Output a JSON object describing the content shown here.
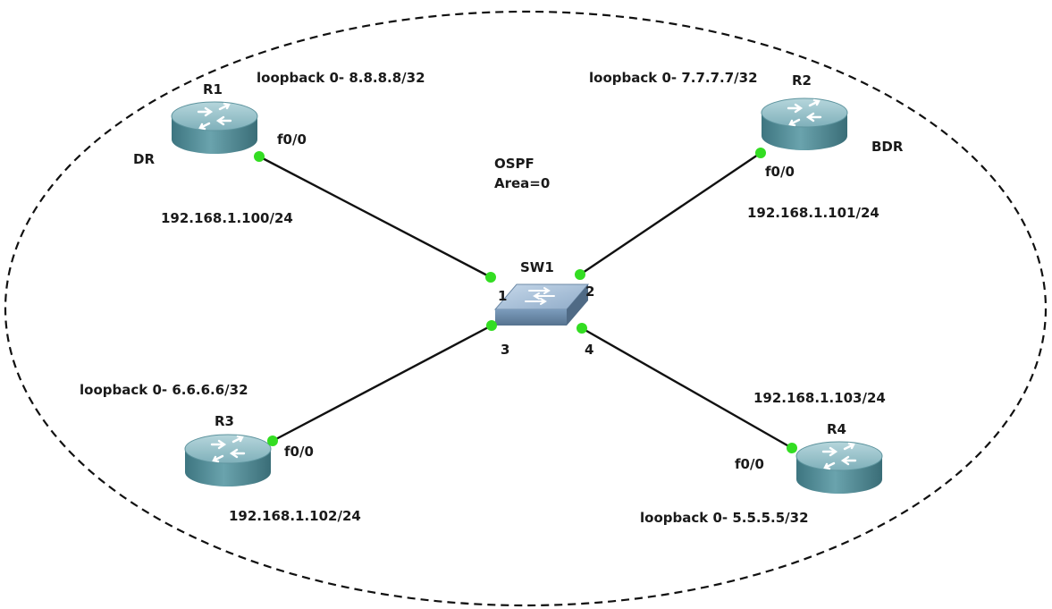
{
  "area": {
    "protocol": "OSPF",
    "area": "Area=0"
  },
  "switch": {
    "name": "SW1",
    "ports": [
      "1",
      "2",
      "3",
      "4"
    ]
  },
  "routers": [
    {
      "name": "R1",
      "role": "DR",
      "interface": "f0/0",
      "ip": "192.168.1.100/24",
      "loopback": "loopback 0- 8.8.8.8/32"
    },
    {
      "name": "R2",
      "role": "BDR",
      "interface": "f0/0",
      "ip": "192.168.1.101/24",
      "loopback": "loopback 0- 7.7.7.7/32"
    },
    {
      "name": "R3",
      "role": "",
      "interface": "f0/0",
      "ip": "192.168.1.102/24",
      "loopback": "loopback 0- 6.6.6.6/32"
    },
    {
      "name": "R4",
      "role": "",
      "interface": "f0/0",
      "ip": "192.168.1.103/24",
      "loopback": "loopback 0- 5.5.5.5/32"
    }
  ],
  "colors": {
    "link": "#111111",
    "port_dot": "#33dd22",
    "router_body": "#4f8c96",
    "router_top": "#7fb4bd",
    "switch_body": "#6f8fae",
    "switch_top": "#a7c0d9",
    "boundary": "#111111"
  }
}
